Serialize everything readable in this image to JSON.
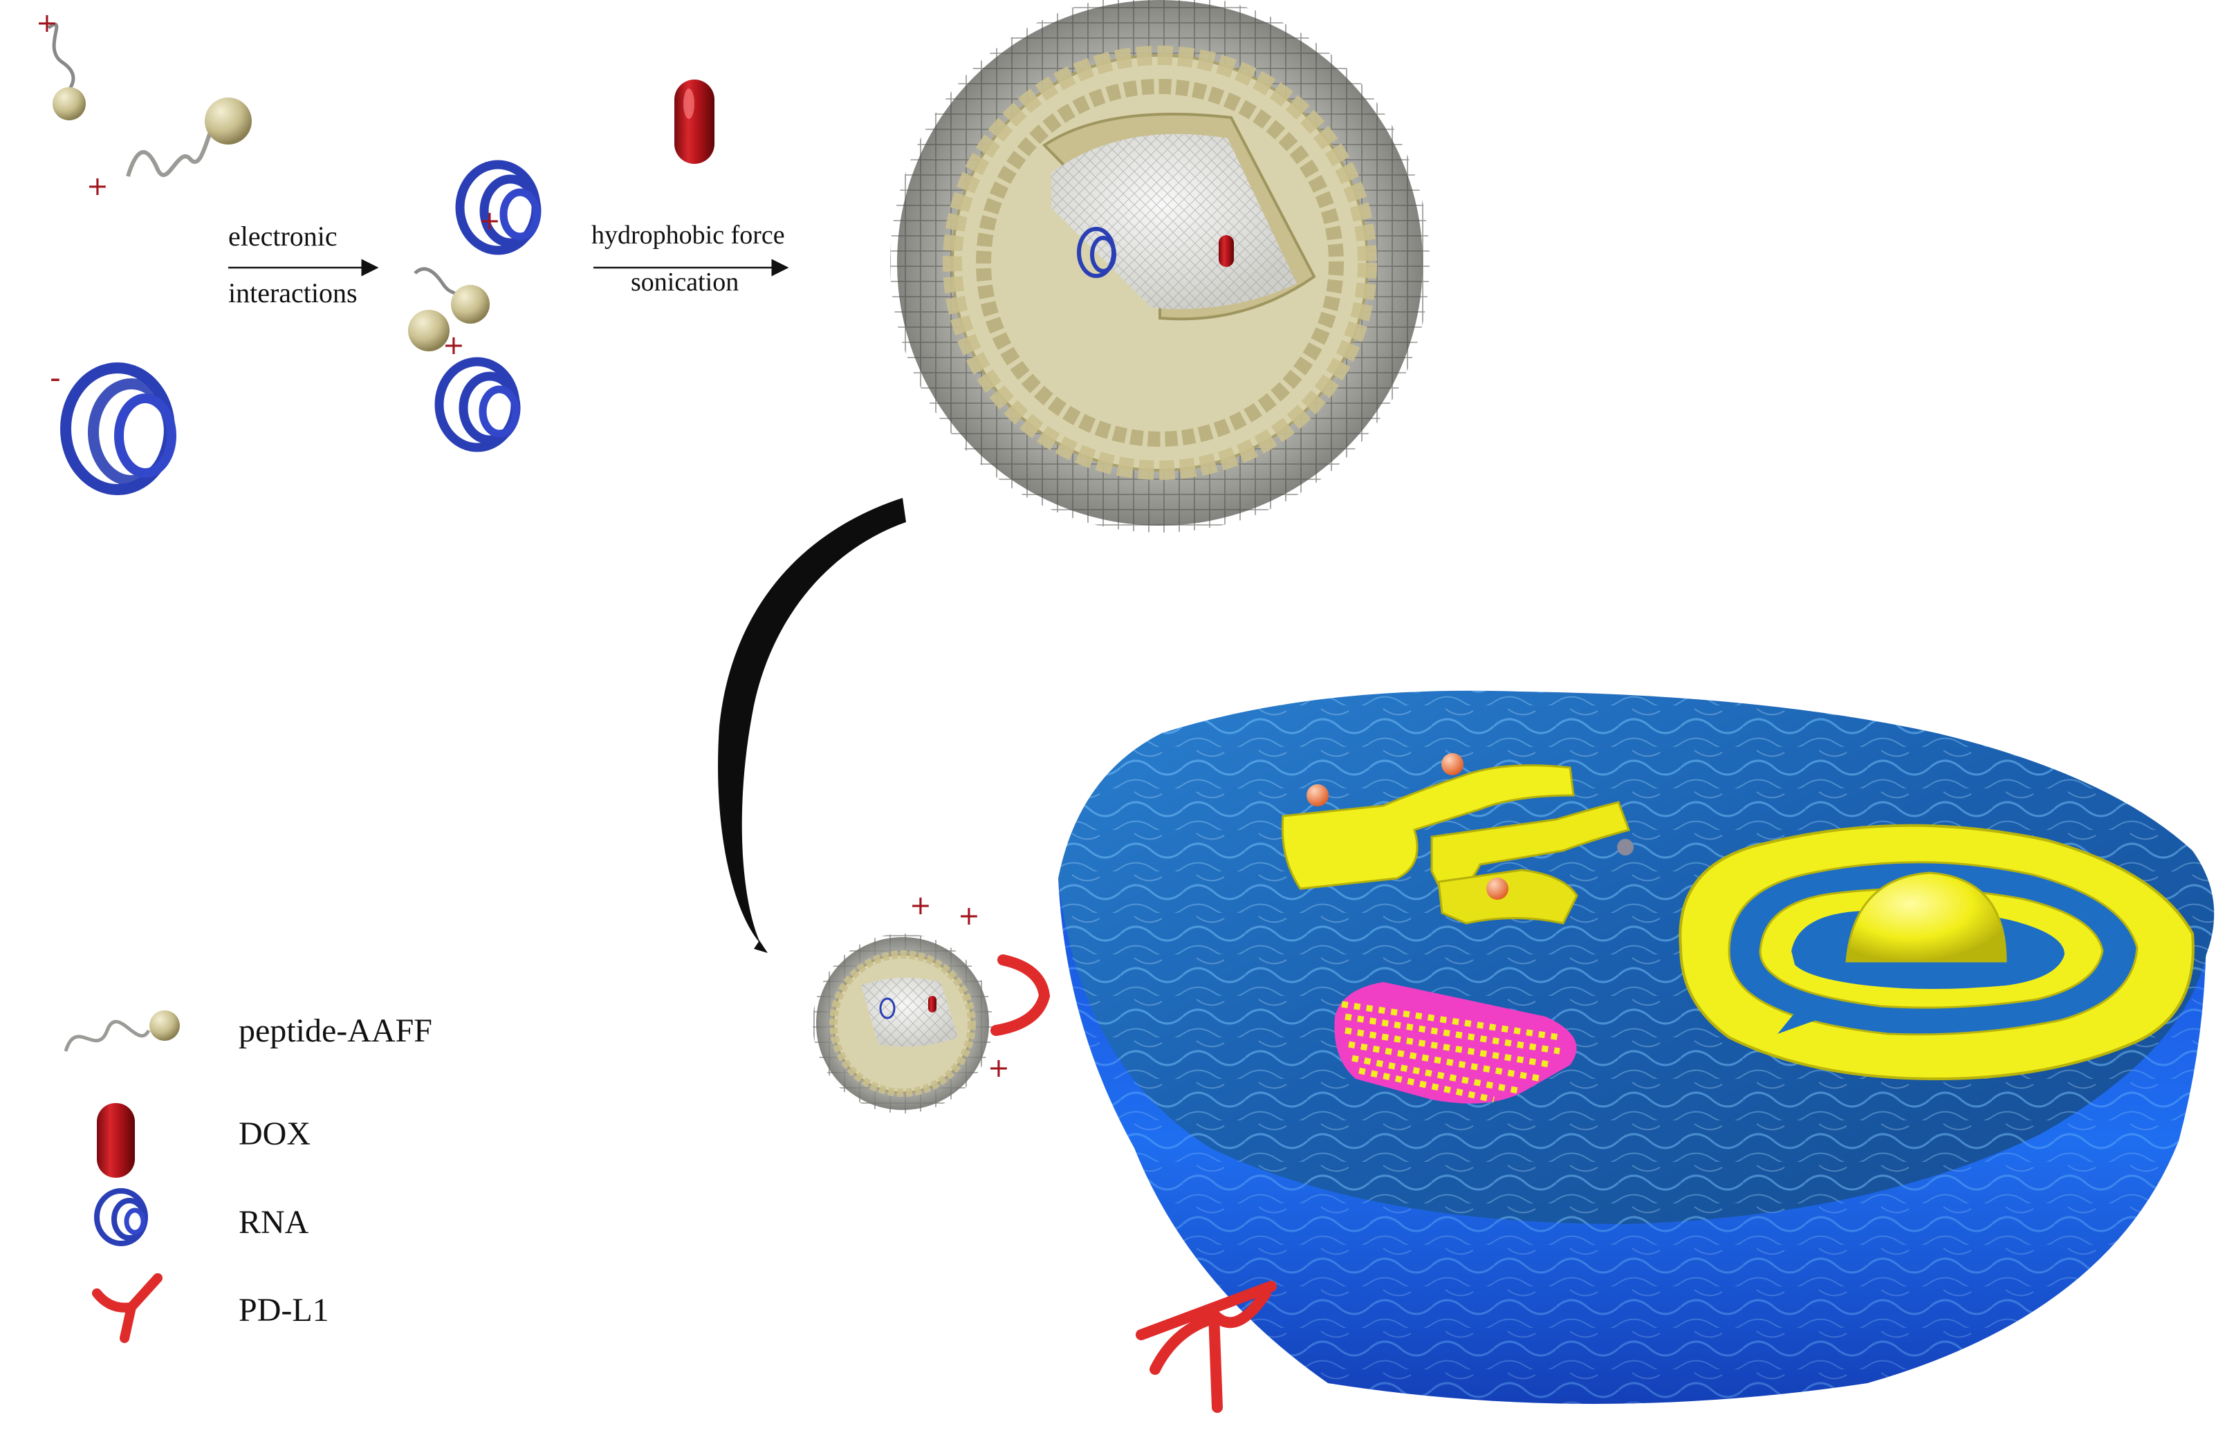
{
  "steps": {
    "step1_line1": "electronic",
    "step1_line2": "interactions",
    "step2_line1": "hydrophobic force",
    "step2_line2": "sonication"
  },
  "charges": {
    "plus": "+",
    "minus": "-"
  },
  "legend": {
    "items": [
      {
        "label": "peptide-AAFF",
        "icon": "peptide-icon"
      },
      {
        "label": "DOX",
        "icon": "dox-capsule-icon"
      },
      {
        "label": "RNA",
        "icon": "rna-coil-icon"
      },
      {
        "label": "PD-L1",
        "icon": "pd-l1-receptor-icon"
      }
    ]
  },
  "colors": {
    "rna": "#2a3fb5",
    "dox": "#b0141a",
    "peptide_head": "#c9bf8e",
    "pd_l1": "#e02b2b",
    "cell_top": "#1e6fc4",
    "cell_side": "#1a4fd6",
    "organelle": "#f2f01c",
    "charge": "#a0141e"
  }
}
